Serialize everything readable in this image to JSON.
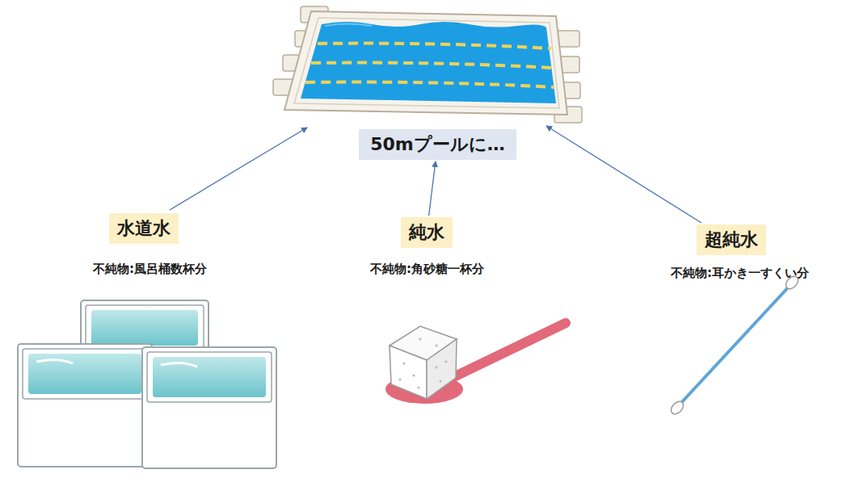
{
  "diagram": {
    "nodes": [
      {
        "text": [
          "50mプールに…"
        ]
      },
      {
        "text": [
          "水道水"
        ]
      },
      {
        "text": [
          "純水"
        ]
      },
      {
        "text": [
          "超純水"
        ]
      }
    ],
    "edges": [
      {
        "from": 2,
        "to": 0,
        "arrow": "to"
      }
    ],
    "labels": [
      "不純物:風呂桶数杯分",
      "不純物:角砂糖一杯分",
      "不純物:耳かき一すくい分"
    ]
  }
}
